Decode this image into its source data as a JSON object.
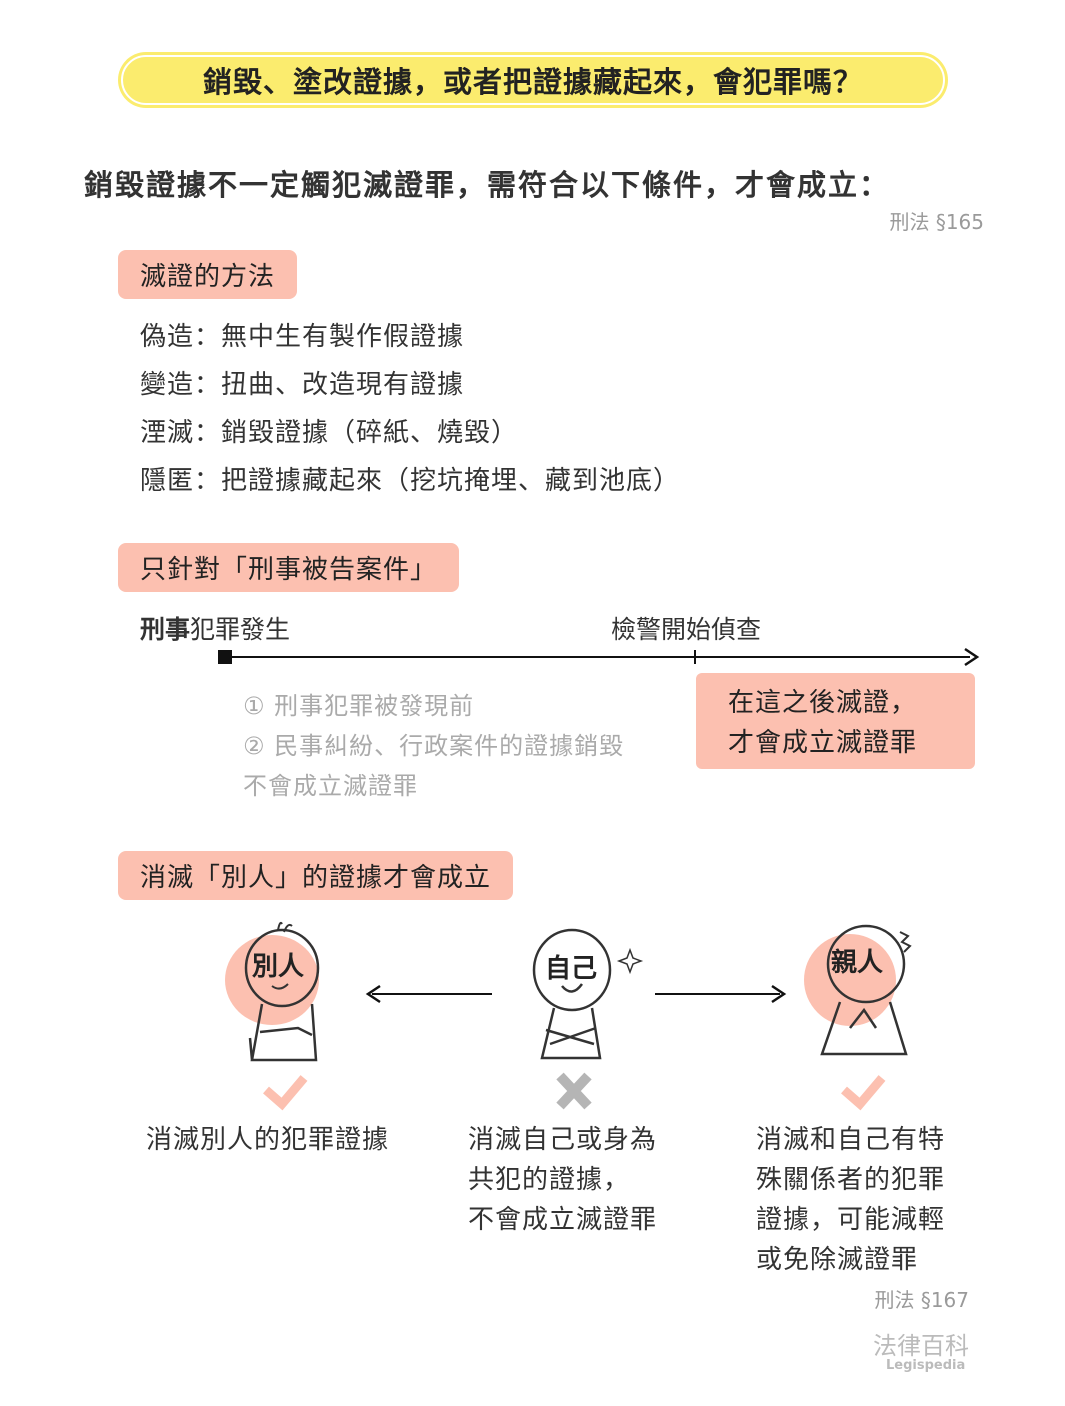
{
  "title": "銷毀、塗改證據，或者把證據藏起來，會犯罪嗎？",
  "subtitle": "銷毀證據不一定觸犯滅證罪，需符合以下條件，才會成立：",
  "citation1": "刑法 §165",
  "section1": {
    "tag": "滅證的方法",
    "items": [
      "偽造：無中生有製作假證據",
      "變造：扭曲、改造現有證據",
      "湮滅：銷毀證據（碎紙、燒毀）",
      "隱匿：把證據藏起來（挖坑掩埋、藏到池底）"
    ]
  },
  "section2": {
    "tag": "只針對「刑事被告案件」",
    "timeline": {
      "start_bold": "刑事",
      "start_rest": "犯罪發生",
      "mid": "檢警開始偵查"
    },
    "excluded": [
      "① 刑事犯罪被發現前",
      "② 民事糾紛、行政案件的證據銷毀",
      "不會成立滅證罪"
    ],
    "box": [
      "在這之後滅證，",
      "才會成立滅證罪"
    ]
  },
  "section3": {
    "tag": "消滅「別人」的證據才會成立",
    "figures": [
      {
        "label": "別人",
        "mark": "check",
        "caption": [
          "消滅別人的犯罪證據"
        ]
      },
      {
        "label": "自己",
        "mark": "cross",
        "caption": [
          "消滅自己或身為",
          "共犯的證據，",
          "不會成立滅證罪"
        ]
      },
      {
        "label": "親人",
        "mark": "check",
        "caption": [
          "消滅和自己有特",
          "殊關係者的犯罪",
          "證據，可能減輕",
          "或免除滅證罪"
        ]
      }
    ]
  },
  "citation2": "刑法 §167",
  "logo": {
    "name": "法律百科",
    "sub": "Legispedia"
  },
  "colors": {
    "yellow": "#fbec6e",
    "pink": "#fcc0b0",
    "gray": "#aaaaaa"
  }
}
